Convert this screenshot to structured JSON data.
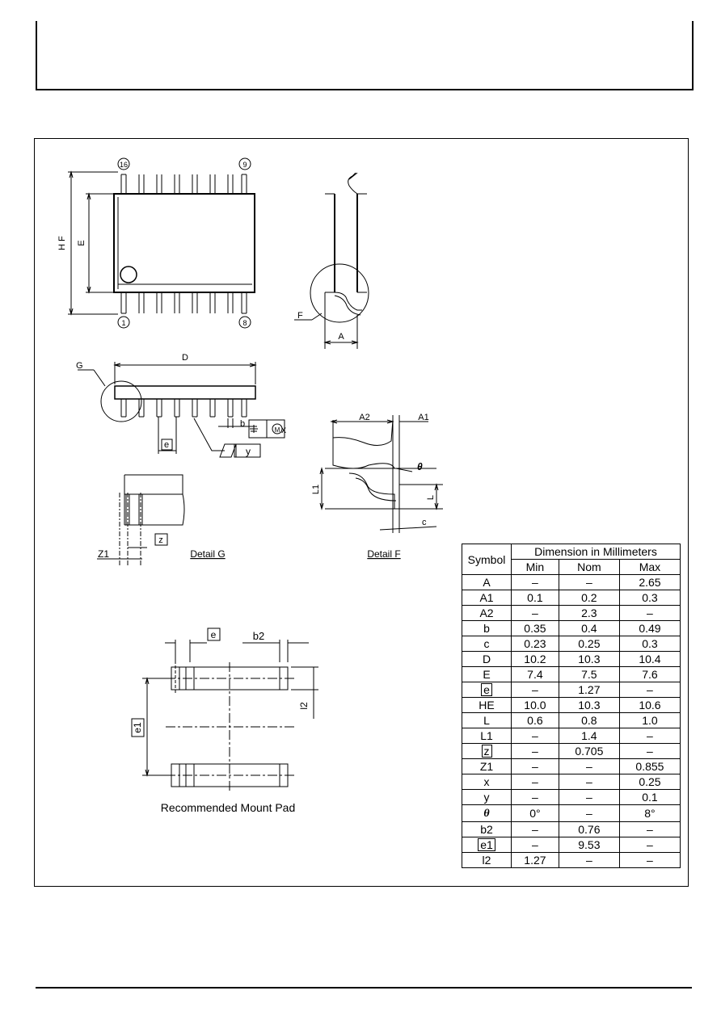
{
  "views": {
    "top": {
      "pin_top_left": "16",
      "pin_top_right": "9",
      "pin_bottom_left": "1",
      "pin_bottom_right": "8",
      "label_hf": "H F",
      "label_e": "E"
    },
    "side": {
      "label_f": "F",
      "label_a": "A"
    },
    "front": {
      "label_g": "G",
      "label_d": "D",
      "label_b": "b",
      "label_e_box": "e",
      "fcf_x": "x",
      "fcf_m": "M",
      "fcf_y": "y"
    },
    "detail_g": {
      "label_z1": "Z1",
      "label_z_box": "z",
      "caption": "Detail G"
    },
    "detail_f": {
      "label_a2": "A2",
      "label_a1": "A1",
      "label_theta": "θ",
      "label_l1": "L1",
      "label_l": "L",
      "label_c": "c",
      "caption": "Detail F"
    },
    "mount_pad": {
      "label_e_box": "e",
      "label_b2": "b2",
      "label_l2": "l2",
      "label_e1_box": "e1",
      "caption": "Recommended Mount Pad"
    }
  },
  "table": {
    "symbol_header": "Symbol",
    "group_header": "Dimension in Millimeters",
    "columns": [
      "Min",
      "Nom",
      "Max"
    ],
    "rows": [
      {
        "symbol": "A",
        "min": "–",
        "nom": "–",
        "max": "2.65"
      },
      {
        "symbol": "A1",
        "min": "0.1",
        "nom": "0.2",
        "max": "0.3"
      },
      {
        "symbol": "A2",
        "min": "–",
        "nom": "2.3",
        "max": "–"
      },
      {
        "symbol": "b",
        "min": "0.35",
        "nom": "0.4",
        "max": "0.49"
      },
      {
        "symbol": "c",
        "min": "0.23",
        "nom": "0.25",
        "max": "0.3"
      },
      {
        "symbol": "D",
        "min": "10.2",
        "nom": "10.3",
        "max": "10.4"
      },
      {
        "symbol": "E",
        "min": "7.4",
        "nom": "7.5",
        "max": "7.6"
      },
      {
        "symbol": "e",
        "min": "–",
        "nom": "1.27",
        "max": "–"
      },
      {
        "symbol": "HE",
        "min": "10.0",
        "nom": "10.3",
        "max": "10.6"
      },
      {
        "symbol": "L",
        "min": "0.6",
        "nom": "0.8",
        "max": "1.0"
      },
      {
        "symbol": "L1",
        "min": "–",
        "nom": "1.4",
        "max": "–"
      },
      {
        "symbol": "z",
        "min": "–",
        "nom": "0.705",
        "max": "–"
      },
      {
        "symbol": "Z1",
        "min": "–",
        "nom": "–",
        "max": "0.855"
      },
      {
        "symbol": "x",
        "min": "–",
        "nom": "–",
        "max": "0.25"
      },
      {
        "symbol": "y",
        "min": "–",
        "nom": "–",
        "max": "0.1"
      },
      {
        "symbol": "θ",
        "min": "0°",
        "nom": "–",
        "max": "8°"
      },
      {
        "symbol": "b2",
        "min": "–",
        "nom": "0.76",
        "max": "–"
      },
      {
        "symbol": "e1",
        "min": "–",
        "nom": "9.53",
        "max": "–"
      },
      {
        "symbol": "l2",
        "min": "1.27",
        "nom": "–",
        "max": "–"
      }
    ]
  }
}
